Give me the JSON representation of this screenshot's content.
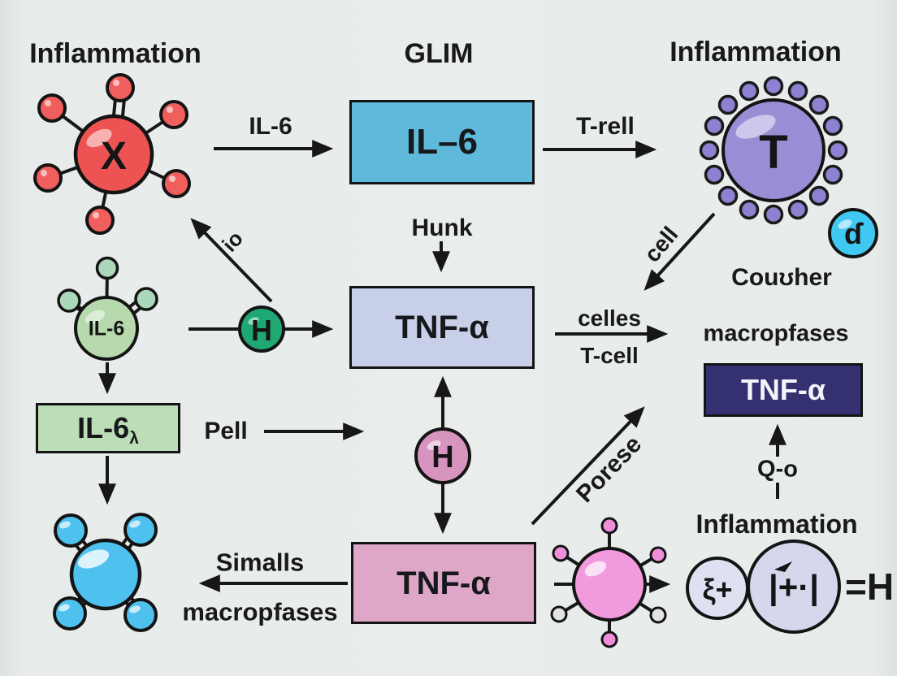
{
  "headings": {
    "top_left": "Inflammation",
    "top_center": "GLIM",
    "top_right": "Inflammation",
    "bottom_right": "Inflammation"
  },
  "boxes": {
    "il6_top": "IL–6",
    "tnf_mid": "TNF-α",
    "tnf_right": "TNF-α",
    "tnf_bottom": "TNF-α",
    "il6_green": "IL-6",
    "il6_green_sub": "λ"
  },
  "labels": {
    "il6_arrow": "IL-6",
    "t_rell": "T-rell",
    "hunk": "Hunk",
    "io": "io",
    "cell": "cell",
    "celles": "celles",
    "t_cell": "T-cell",
    "macropfases_right": "macropfases",
    "couher": "Couʊher",
    "q_o": "Q-o",
    "pell": "Pell",
    "simalls": "Simalls",
    "macropfases_bottom": "macropfases",
    "porese": "Porese",
    "equals_h": "=H"
  },
  "glyphs": {
    "red_core": "X",
    "t_cell_core": "T",
    "green_core": "IL-6",
    "green_h": "H",
    "pink_h": "H",
    "cyan_circle": "ɗ",
    "receptor_small": "ξ+",
    "receptor_large": "|+·|"
  },
  "colors": {
    "background": "#e7ebea",
    "teal_box": "#5fb9da",
    "lavender_box": "#c7d0e8",
    "navy_box": "#333170",
    "pink_box": "#dfa7c7",
    "green_box": "#bcdeb6",
    "red_molecule": "#ee5353",
    "green_molecule": "#b6daae",
    "purple_cell": "#998ed6",
    "cyan_circle": "#41c8f2",
    "green_h": "#1fa873",
    "pink_h": "#d794be",
    "blue_molecule": "#4fc1ee",
    "pink_molecule": "#f29ade",
    "receptor_circle": "#d5d8ed"
  }
}
